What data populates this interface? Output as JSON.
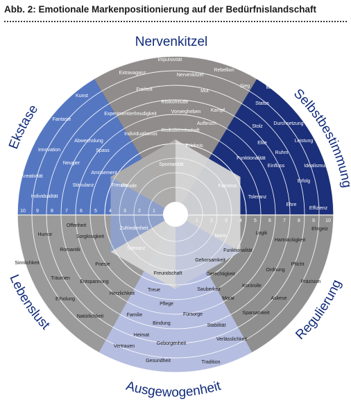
{
  "title": "Abb. 2: Emotionale Markenpositionierung auf der Bedürfnislandschaft",
  "colors": {
    "nervenkitzel": "#8f8c8b",
    "selbst": "#1b2f7a",
    "ekstase": "#5577c2",
    "lebenslust": "#9a9a9a",
    "ausgewogenheit": "#b5bde0",
    "regulierung": "#8f8f8f",
    "outer_label": "#0f2a7a",
    "hex_fill": "#d7d7d7"
  },
  "sectors": [
    {
      "key": "nervenkitzel",
      "label": "Nervenkitzel"
    },
    {
      "key": "selbst",
      "label": "Selbstbestimmung"
    },
    {
      "key": "ekstase",
      "label": "Ekstase"
    },
    {
      "key": "lebenslust",
      "label": "Lebenslust"
    },
    {
      "key": "ausgewogenheit",
      "label": "Ausgewogenheit"
    },
    {
      "key": "regulierung",
      "label": "Regulierung"
    }
  ],
  "scale_left": [
    "10",
    "9",
    "8",
    "7",
    "6",
    "5",
    "4",
    "3",
    "2",
    "1"
  ],
  "scale_right": [
    "1",
    "2",
    "3",
    "4",
    "5",
    "6",
    "7",
    "8",
    "9",
    "10"
  ],
  "inner_labels": {
    "spontanitaet": "Spontanität",
    "fairness": "Fairness",
    "norm": "Norm",
    "toleranz": "Toleranz",
    "zufriedenheit": "Zufriedenheit",
    "freude": "Freude"
  },
  "words": {
    "nervenkitzel": [
      "Impulsivität",
      "Extravaganz",
      "Rebellion",
      "Nervenkitzel",
      "Freiheit",
      "Mut",
      "Risikofreude",
      "Vorwegheben",
      "Experimentierfreudigkeit",
      "Kampf",
      "Aufbruch",
      "Individualismus",
      "Risikobereitschaft",
      "Erlebnis"
    ],
    "selbst": [
      "Macht",
      "Sieg",
      "Status",
      "Durchsetzung",
      "Stolz",
      "Leistung",
      "Elite",
      "Ruhm",
      "Idealismus",
      "Funktionalität",
      "Erfolg",
      "Einfluss",
      "Toleranz",
      "Ehre",
      "Effizienz"
    ],
    "ekstase": [
      "Kunst",
      "Fantasie",
      "Abwechslung",
      "Innovation",
      "Spass",
      "Neugier",
      "Kreativität",
      "Amüsement",
      "Stimulanz",
      "Individualität",
      "Freude"
    ],
    "lebenslust": [
      "Offenheit",
      "Humor",
      "Sorglosigkeit",
      "Romantik",
      "Sinnlichkeit",
      "Poesie",
      "Träumen",
      "Entspannung",
      "Herzlichkeit",
      "Erholung",
      "Natürlichkeit"
    ],
    "ausgewogenheit": [
      "Freundschaft",
      "Treue",
      "Sauberkeit",
      "Pflege",
      "Familie",
      "Fürsorge",
      "Bindung",
      "Stabilität",
      "Heimat",
      "Geborgenheit",
      "Verlässlichkeit",
      "Vertrauen",
      "Gesundheit",
      "Tradition"
    ],
    "regulierung": [
      "Ehrgeiz",
      "Logik",
      "Hartnäckigkeit",
      "Funktionalität",
      "Pflicht",
      "Gehorsamkeit",
      "Ordnung",
      "Gerechtigkeit",
      "Präzision",
      "Kontrolle",
      "Askese",
      "Moral",
      "Sparsamkeit"
    ]
  }
}
